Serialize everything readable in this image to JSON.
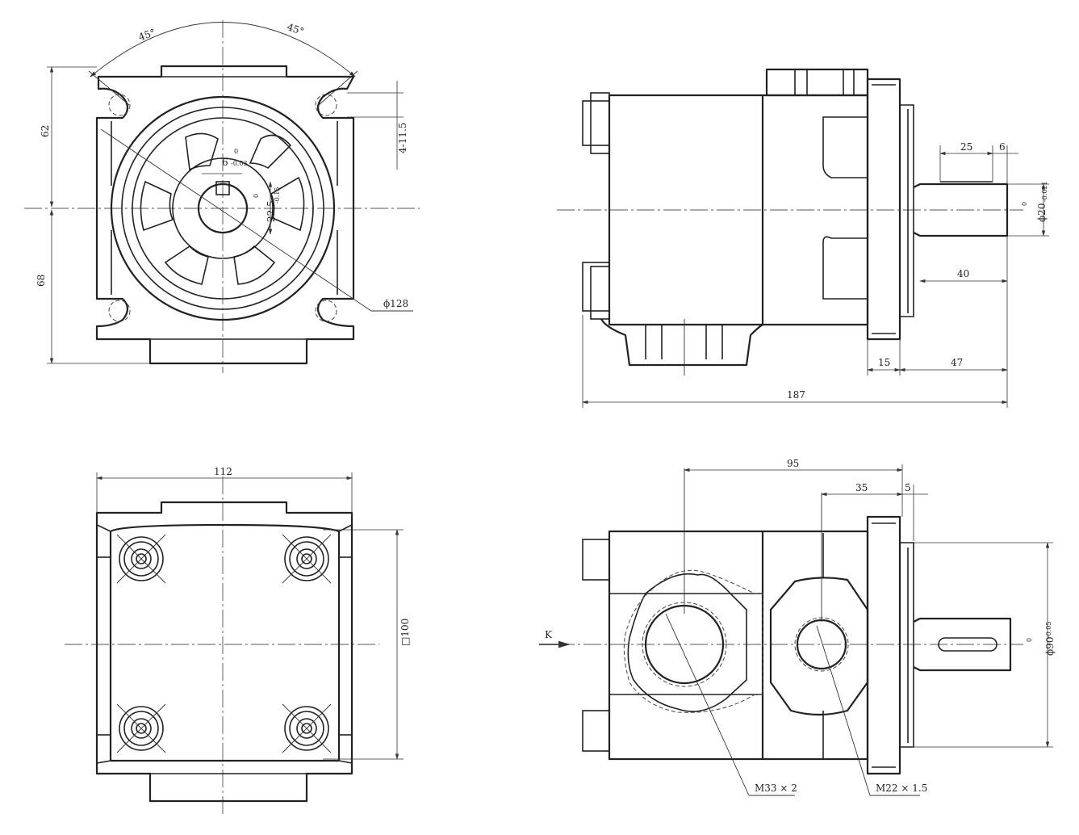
{
  "views": {
    "front": {
      "angle_left": "45°",
      "angle_right": "45°",
      "dim_top": "62",
      "dim_bottom": "68",
      "dim_bolt": "4-11.5",
      "dim_key_width": "6",
      "dim_key_width_upper": "0",
      "dim_key_width_lower": "-0.03",
      "dim_key_depth": "22.5",
      "dim_key_depth_upper": "0",
      "dim_key_depth_lower": "-0.15",
      "dim_flange_dia": "ϕ128"
    },
    "side": {
      "dim_key_len": "25",
      "dim_key_off": "6",
      "dim_shaft_dia": "ϕ20",
      "dim_shaft_dia_upper": "0",
      "dim_shaft_dia_lower": "-0.021",
      "dim_shaft_len": "40",
      "dim_flange": "15",
      "dim_shaft_ext": "47",
      "dim_total": "187"
    },
    "rear": {
      "dim_width": "112",
      "dim_square": "□100"
    },
    "top": {
      "dim_port_dist": "95",
      "dim_port2_dist": "35",
      "dim_small": "5",
      "dim_pilot_dia": "ϕ90",
      "dim_pilot_upper": "0",
      "dim_pilot_lower": "-0.05",
      "view_arrow": "K",
      "port_inlet": "M33 × 2",
      "port_outlet": "M22 × 1.5"
    }
  }
}
